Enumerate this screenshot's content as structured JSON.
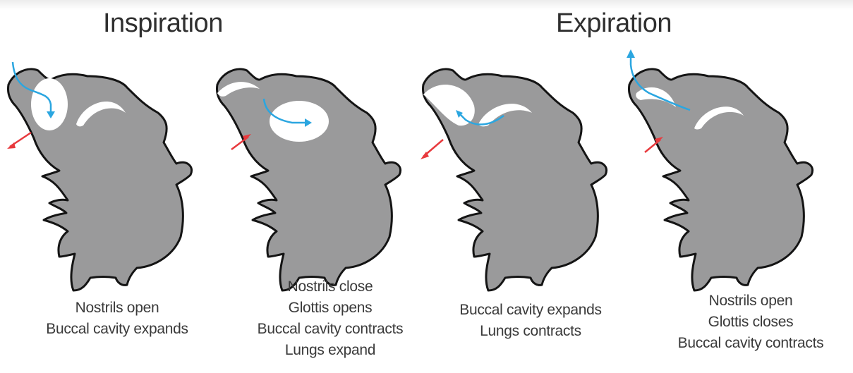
{
  "titles": {
    "inspiration": "Inspiration",
    "expiration": "Expiration"
  },
  "panels": [
    {
      "id": "panel-1",
      "captions": [
        "Nostrils open",
        "Buccal cavity expands"
      ]
    },
    {
      "id": "panel-2",
      "captions": [
        "Nostrils close",
        "Glottis opens",
        "Buccal cavity contracts",
        "Lungs expand"
      ]
    },
    {
      "id": "panel-3",
      "captions": [
        "Buccal cavity expands",
        "Lungs contracts"
      ]
    },
    {
      "id": "panel-4",
      "captions": [
        "Nostrils open",
        "Glottis closes",
        "Buccal cavity contracts"
      ]
    }
  ],
  "colors": {
    "body": "#9a9a9b",
    "outline": "#141414",
    "cavity": "#ffffff",
    "airflow": "#2ba6e0",
    "movement": "#e8393d"
  }
}
